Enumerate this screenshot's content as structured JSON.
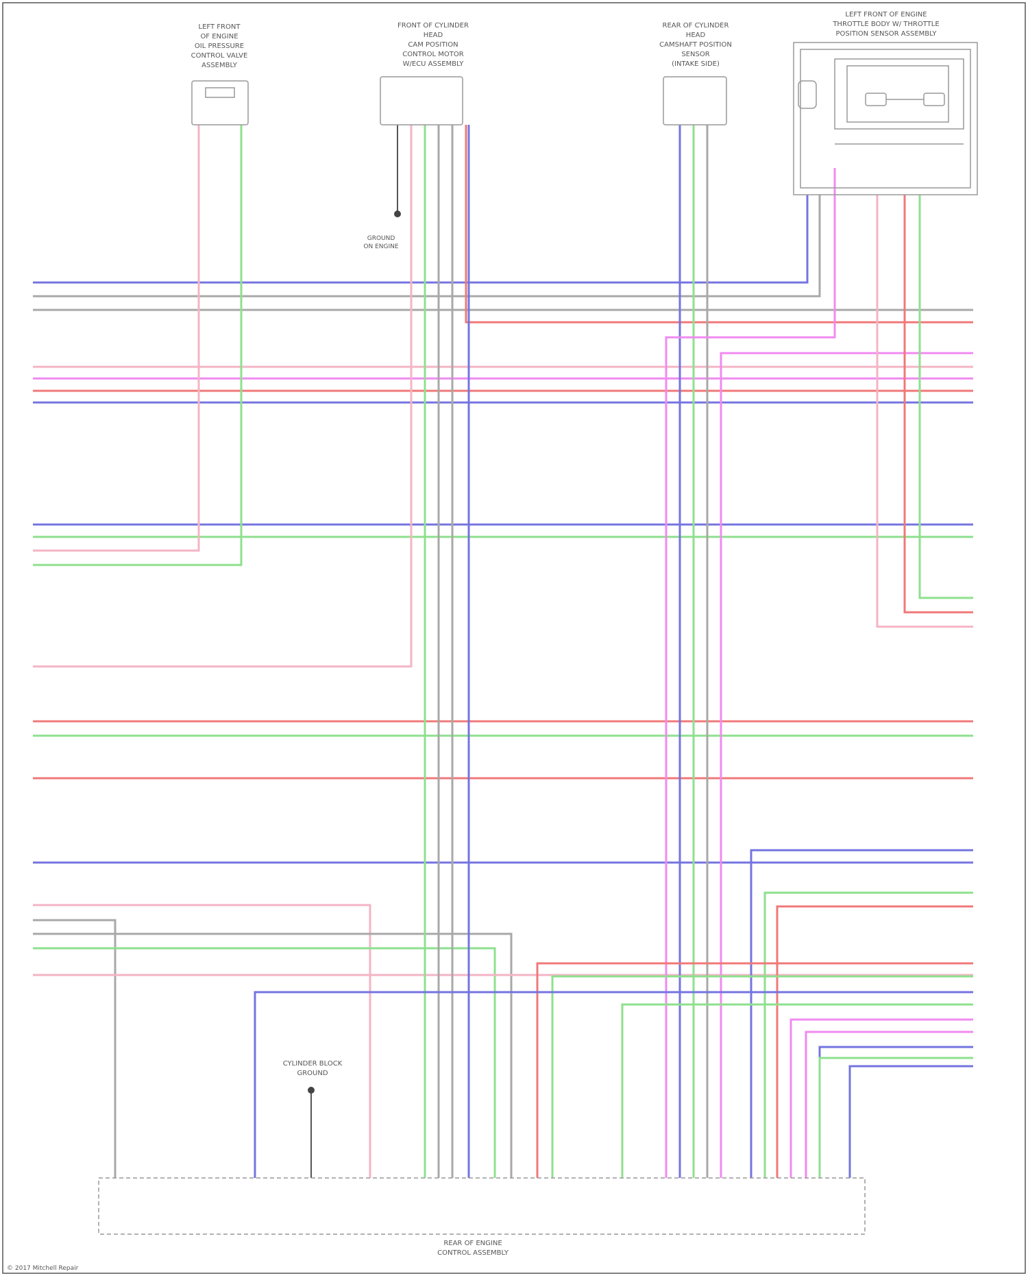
{
  "colors": {
    "blue": "#7474e0",
    "green": "#8ee08e",
    "gray": "#a8a8a8",
    "red": "#f07878",
    "pink": "#f4b4c4",
    "magenta": "#f08af0",
    "black": "#555555"
  },
  "components": {
    "oil_valve": {
      "caption": [
        "LEFT FRONT",
        "OF ENGINE",
        "OIL PRESSURE",
        "CONTROL VALVE",
        "ASSEMBLY"
      ]
    },
    "front_sensor": {
      "caption": [
        "FRONT OF CYLINDER",
        "HEAD",
        "CAM POSITION",
        "CONTROL MOTOR",
        "W/ECU ASSEMBLY"
      ]
    },
    "rear_sensor": {
      "caption": [
        "REAR OF CYLINDER",
        "HEAD",
        "CAMSHAFT POSITION",
        "SENSOR",
        "(INTAKE SIDE)"
      ]
    },
    "throttle": {
      "caption": [
        "LEFT FRONT OF ENGINE",
        "THROTTLE BODY W/ THROTTLE",
        "POSITION SENSOR ASSEMBLY"
      ]
    },
    "ground": {
      "caption": [
        "GROUND",
        "ON ENGINE"
      ]
    },
    "cylinder_block": {
      "caption": [
        "CYLINDER BLOCK",
        "GROUND"
      ]
    },
    "ecm": {
      "caption": [
        "REAR OF ENGINE",
        "CONTROL ASSEMBLY"
      ]
    }
  },
  "footer": {
    "credit": "© 2017 Mitchell Repair"
  }
}
